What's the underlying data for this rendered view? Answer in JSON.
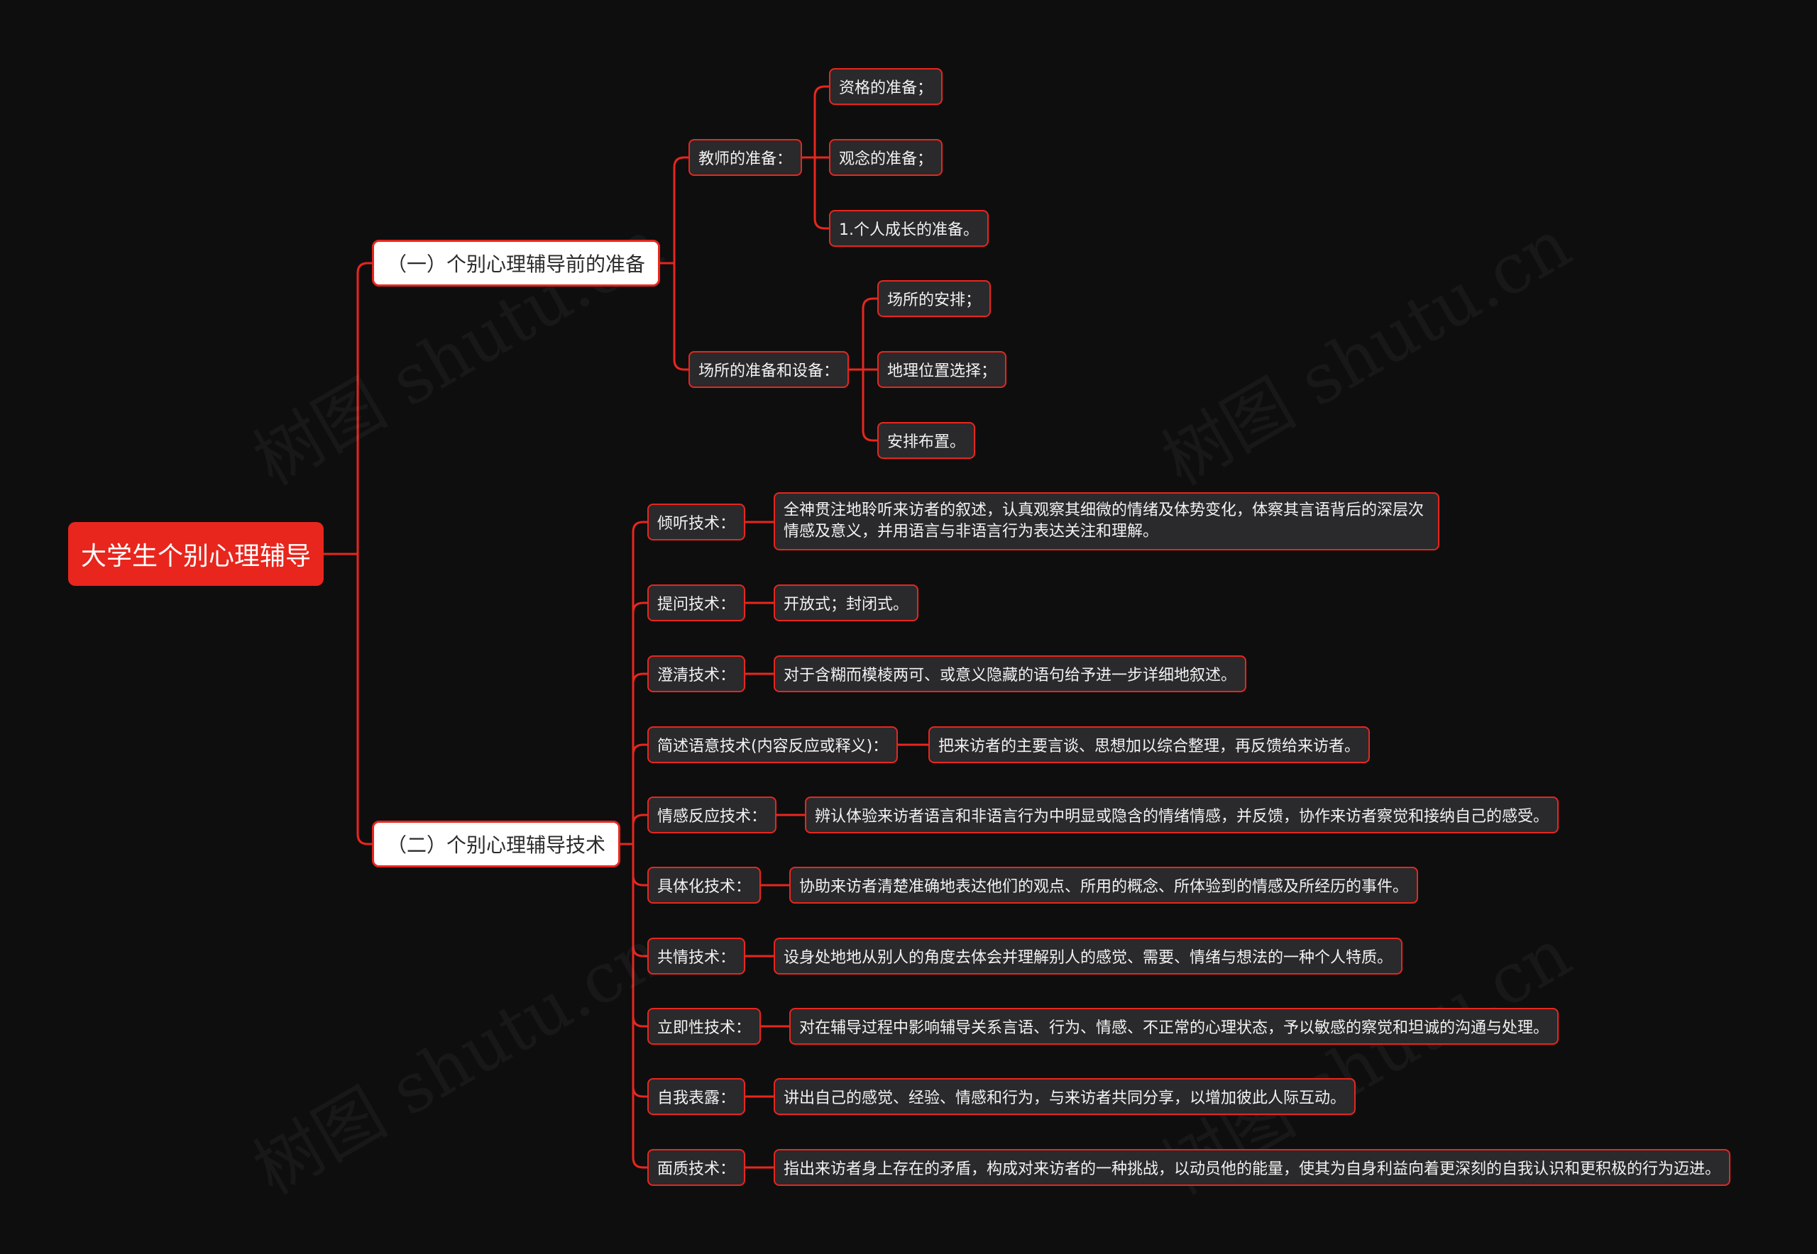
{
  "root": {
    "label": "大学生个别心理辅导"
  },
  "branches": [
    {
      "label": "（一）个别心理辅导前的准备",
      "children": [
        {
          "label": "教师的准备：",
          "children": [
            "资格的准备；",
            "观念的准备；",
            "1.个人成长的准备。"
          ]
        },
        {
          "label": "场所的准备和设备：",
          "children": [
            "场所的安排；",
            "地理位置选择；",
            "安排布置。"
          ]
        }
      ]
    },
    {
      "label": "（二）个别心理辅导技术",
      "children": [
        {
          "label": "倾听技术：",
          "detail": "全神贯注地聆听来访者的叙述，认真观察其细微的情绪及体势变化，体察其言语背后的深层次情感及意义，并用语言与非语言行为表达关注和理解。"
        },
        {
          "label": "提问技术：",
          "detail": "开放式；封闭式。"
        },
        {
          "label": "澄清技术：",
          "detail": "对于含糊而模棱两可、或意义隐藏的语句给予进一步详细地叙述。"
        },
        {
          "label": "简述语意技术(内容反应或释义)：",
          "detail": "把来访者的主要言谈、思想加以综合整理，再反馈给来访者。"
        },
        {
          "label": "情感反应技术：",
          "detail": "辨认体验来访者语言和非语言行为中明显或隐含的情绪情感，并反馈，协作来访者察觉和接纳自己的感受。"
        },
        {
          "label": "具体化技术：",
          "detail": "协助来访者清楚准确地表达他们的观点、所用的概念、所体验到的情感及所经历的事件。"
        },
        {
          "label": "共情技术：",
          "detail": "设身处地地从别人的角度去体会并理解别人的感觉、需要、情绪与想法的一种个人特质。"
        },
        {
          "label": "立即性技术：",
          "detail": "对在辅导过程中影响辅导关系言语、行为、情感、不正常的心理状态，予以敏感的察觉和坦诚的沟通与处理。"
        },
        {
          "label": "自我表露：",
          "detail": "讲出自己的感觉、经验、情感和行为，与来访者共同分享，以增加彼此人际互动。"
        },
        {
          "label": "面质技术：",
          "detail": "指出来访者身上存在的矛盾，构成对来访者的一种挑战，以动员他的能量，使其为自身利益向着更深刻的自我认识和更积极的行为迈进。"
        }
      ]
    }
  ],
  "watermark": "树图 shutu.cn",
  "colors": {
    "accent": "#e8261d",
    "background": "#0e0e0f",
    "leaf_fill": "#2a2a2c",
    "branch_fill": "#ffffff"
  }
}
